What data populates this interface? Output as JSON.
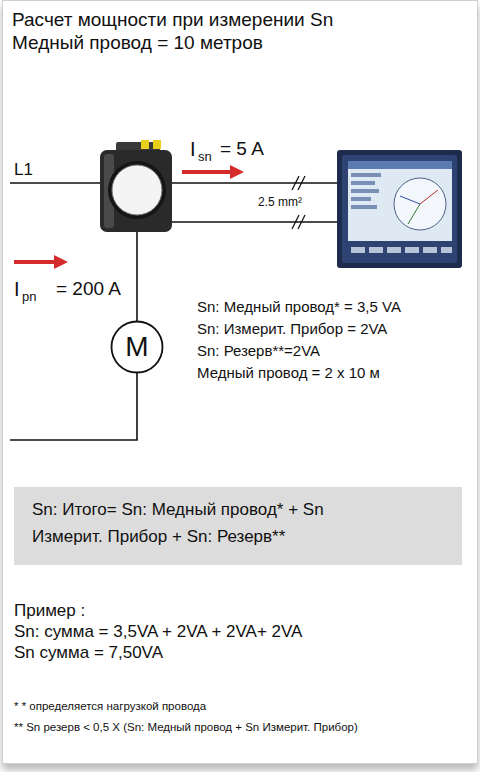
{
  "diagram": {
    "title": "Расчет мощности при измерении Sn Медный провод = 10 метров",
    "nodes": [
      {
        "text": [
          "M"
        ]
      },
      {
        "text": [
          "Sn: Итого= Sn: Медный провод* + Sn Измерит. Прибор + Sn: Резерв**"
        ]
      }
    ],
    "labels": [
      "L1",
      "I",
      "sn",
      "= 5 A",
      "2.5 mm²",
      "I",
      "pn",
      "= 200 A",
      "Sn: Медный провод* = 3,5 VA",
      "Sn: Измерит. Прибор = 2VA",
      "Sn: Резерв**=2VA",
      "Медный провод = 2 x 10 м",
      "Пример :",
      "Sn: сумма = 3,5VA + 2VA + 2VA+ 2VA",
      "Sn сумма = 7,50VA",
      "* * определяется нагрузкой провода",
      "** Sn резерв < 0,5 X (Sn: Медный провод + Sn Измерит. Прибор)"
    ]
  }
}
